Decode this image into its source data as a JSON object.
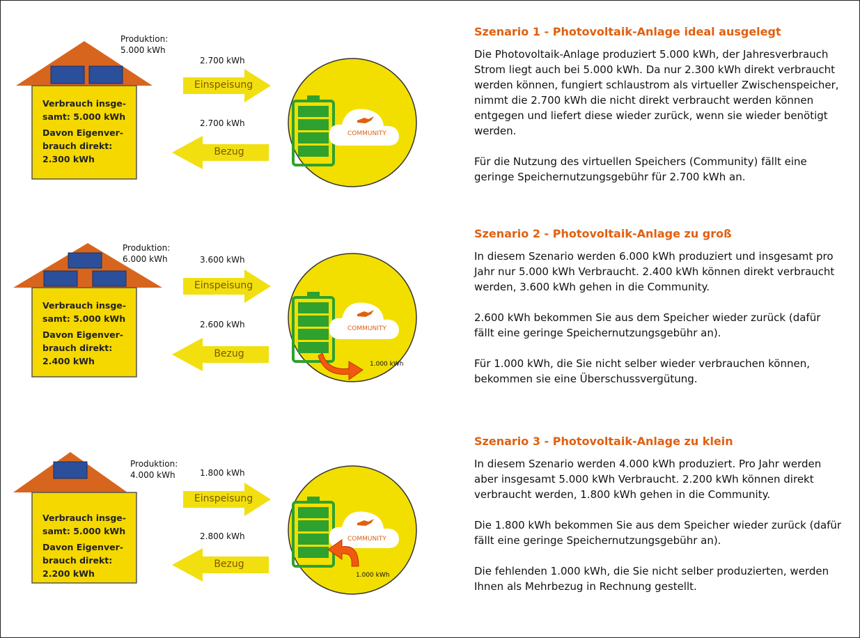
{
  "scenarios": [
    {
      "production": "Produktion:\n5.000 kWh",
      "feed_kwh": "2.700 kWh",
      "feed_label": "Einspeisung",
      "draw_kwh": "2.700 kWh",
      "draw_label": "Bezug",
      "house": "Verbrauch insgesamt: 5.000 kWh",
      "house_l1": "Verbrauch insge-",
      "house_l2": "samt: 5.000 kWh",
      "house_l3": "Davon Eigenver-",
      "house_l4": "brauch direkt:",
      "house_l5": "2.300 kWh",
      "community": "COMMUNITY",
      "title": "Szenario 1 - Photovoltaik-Anlage ideal ausgelegt",
      "p1": "Die Photovoltaik-Anlage produziert 5.000 kWh, der Jahresverbrauch Strom liegt auch bei 5.000 kWh. Da nur 2.300 kWh direkt verbraucht werden können, fungiert schlaustrom als virtueller Zwischenspeicher, nimmt die 2.700 kWh die nicht direkt verbraucht werden können entgegen und liefert diese wieder zurück, wenn sie wieder benötigt werden.",
      "p2": "Für die Nutzung des virtuellen Speichers (Community) fällt eine geringe Speichernutzungsgebühr für 2.700 kWh an.",
      "p3": ""
    },
    {
      "production": "Produktion:\n6.000 kWh",
      "feed_kwh": "3.600 kWh",
      "feed_label": "Einspeisung",
      "draw_kwh": "2.600 kWh",
      "draw_label": "Bezug",
      "house_l1": "Verbrauch insge-",
      "house_l2": "samt: 5.000 kWh",
      "house_l3": "Davon Eigenver-",
      "house_l4": "brauch direkt:",
      "house_l5": "2.400 kWh",
      "community": "COMMUNITY",
      "extra": "1.000 kWh",
      "title": "Szenario 2 - Photovoltaik-Anlage zu groß",
      "p1": "In diesem Szenario werden 6.000 kWh produziert und insgesamt pro Jahr nur 5.000 kWh Verbraucht. 2.400 kWh können direkt verbraucht werden, 3.600 kWh gehen in die Community.",
      "p2": "2.600 kWh bekommen Sie aus dem Speicher wieder zurück (dafür fällt eine geringe Speichernutzungsgebühr an).",
      "p3": "Für 1.000 kWh, die Sie nicht selber wieder verbrauchen können, bekommen sie eine Überschussvergütung."
    },
    {
      "production": "Produktion:\n4.000 kWh",
      "feed_kwh": "1.800 kWh",
      "feed_label": "Einspeisung",
      "draw_kwh": "2.800 kWh",
      "draw_label": "Bezug",
      "house_l1": "Verbrauch insge-",
      "house_l2": "samt: 5.000 kWh",
      "house_l3": "Davon Eigenver-",
      "house_l4": "brauch direkt:",
      "house_l5": "2.200 kWh",
      "community": "COMMUNITY",
      "extra": "1.000 kWh",
      "title": "Szenario 3 - Photovoltaik-Anlage zu klein",
      "p1": "In diesem Szenario werden 4.000 kWh produziert. Pro Jahr werden aber insgesamt 5.000 kWh Verbraucht. 2.200 kWh können direkt verbraucht werden, 1.800 kWh gehen in die Community.",
      "p2": "Die 1.800 kWh bekommen Sie aus dem Speicher wieder zurück (dafür fällt eine geringe Speichernutzungsgebühr an).",
      "p3": "Die fehlenden 1.000 kWh, die Sie nicht selber produzierten, werden Ihnen als Mehrbezug in Rechnung gestellt."
    }
  ],
  "colors": {
    "accent": "#e06010",
    "yellow": "#f5d800",
    "roof": "#d8651e",
    "battery": "#2ea12e"
  }
}
